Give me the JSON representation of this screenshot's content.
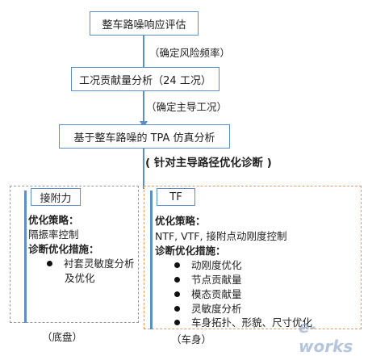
{
  "flow": {
    "step1": "整车路噪响应评估",
    "annot1": "（确定风险频率）",
    "step2": "工况贡献量分析（24 工况）",
    "annot2": "（确定主导工况）",
    "step3": "基于整车路噪的 TPA 仿真分析",
    "annot3": "( 针对主导路径优化诊断 )"
  },
  "left_panel": {
    "tag": "接附力",
    "strategy_title": "优化策略：",
    "strategy_text": "隔振率控制",
    "measures_title": "诊断优化措施：",
    "measures": [
      "衬套灵敏度分析",
      "及优化"
    ],
    "footer": "（底盘）"
  },
  "right_panel": {
    "tag": "TF",
    "strategy_title": "优化策略：",
    "strategy_text": "NTF, VTF, 接附点动刚度控制",
    "measures_title": "诊断优化措施：",
    "measures": [
      "动刚度优化",
      "节点贡献量",
      "模态贡献量",
      "灵敏度分析",
      "车身拓扑、形貌、尺寸优化"
    ],
    "footer": "（车身）"
  },
  "watermark": "e-works"
}
